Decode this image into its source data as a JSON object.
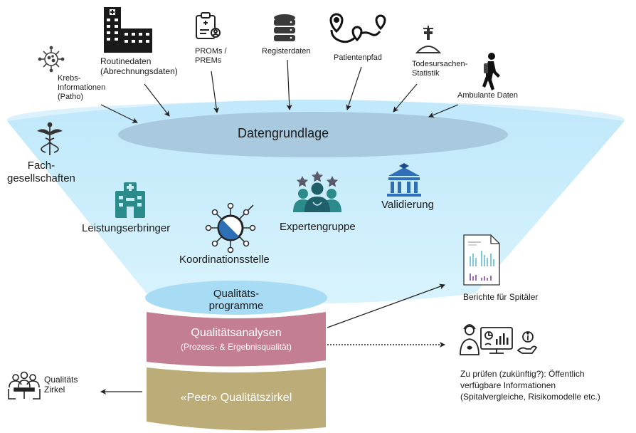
{
  "sources": {
    "krebs": "Krebs-\nInformationen\n(Patho)",
    "routine": "Routinedaten\n(Abrechnungsdaten)",
    "proms": "PROMs /\nPREMs",
    "register": "Registerdaten",
    "pfad": "Patientenpfad",
    "tod": "Todesursachen-\nStatistik",
    "ambulant": "Ambulante  Daten"
  },
  "funnel": {
    "datengrundlage": "Datengrundlage",
    "fach": "Fach-\ngesellschaften",
    "leistung": "Leistungserbringer",
    "koord": "Koordinationsstelle",
    "experten": "Expertengruppe",
    "valid": "Validierung"
  },
  "cylinder": {
    "programme": "Qualitäts-\nprogramme",
    "analysen": "Qualitätsanalysen",
    "analysen_sub": "(Prozess- & Ergebnisqualität)",
    "zirkel": "«Peer» Qualitätszirkel"
  },
  "outputs": {
    "berichte": "Berichte für Spitäler",
    "pruefen": "Zu prüfen (zukünftig?): Öffentlich\nverfügbare Informationen\n(Spitalvergleiche, Risikomodelle etc.)",
    "qz": "Qualitäts\nZirkel"
  },
  "colors": {
    "funnel": "#c9ecfb",
    "ellipse": "#a9c9de",
    "programme": "#a8dcf5",
    "analysen": "#c47e92",
    "zirkel": "#bcad78",
    "icon_teal": "#2b8a8a",
    "icon_blue": "#2f6fb5",
    "icon_dark": "#2b2b2b"
  }
}
